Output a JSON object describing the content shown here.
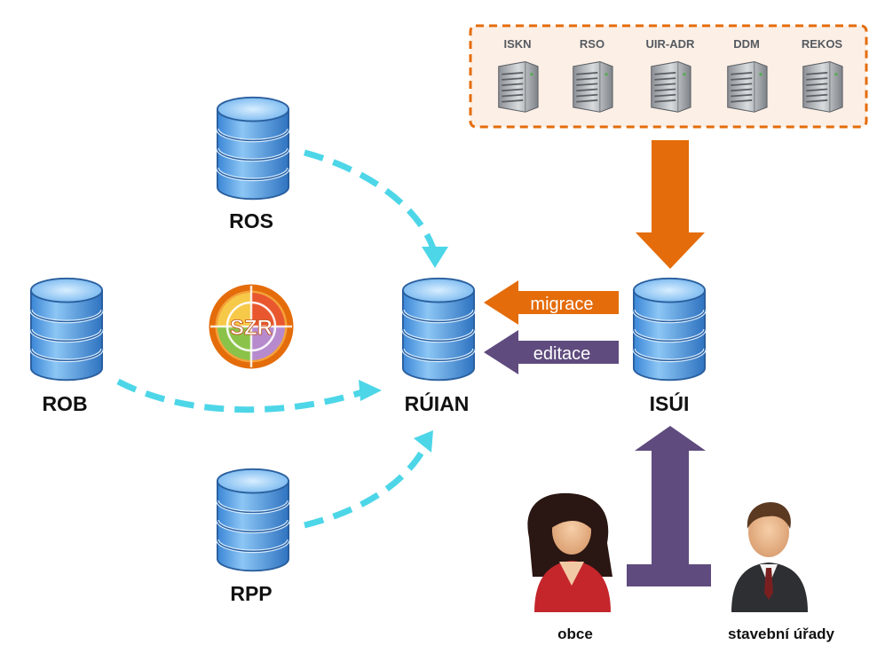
{
  "colors": {
    "orange": "#E46C0A",
    "purple": "#5F4B7E",
    "cyan": "#4DD6E8",
    "db_blue": "#5DA9E9",
    "box_border": "#E46C0A",
    "box_fill": "#FCEFE6"
  },
  "source_systems": [
    {
      "label": "ISKN",
      "icon": "server-icon"
    },
    {
      "label": "RSO",
      "icon": "server-icon"
    },
    {
      "label": "UIR-ADR",
      "icon": "server-icon"
    },
    {
      "label": "DDM",
      "icon": "server-icon"
    },
    {
      "label": "REKOS",
      "icon": "server-icon"
    }
  ],
  "databases": {
    "ros": "ROS",
    "rob": "ROB",
    "ruian": "RÚIAN",
    "rpp": "RPP",
    "isui": "ISÚI"
  },
  "szr_logo": "SZR",
  "arrows": {
    "migration": "migrace",
    "editing": "editace"
  },
  "users": {
    "municipalities": "obce",
    "building_offices": "stavební úřady"
  }
}
